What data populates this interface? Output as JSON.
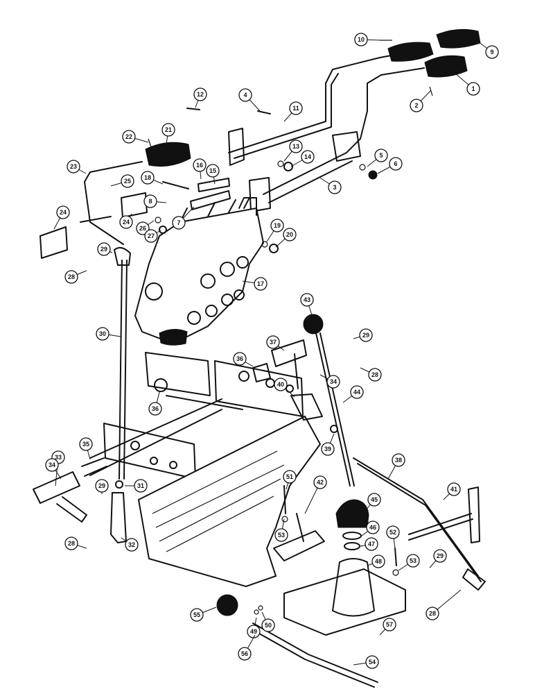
{
  "callouts": [
    {
      "label": "1"
    },
    {
      "label": "2"
    },
    {
      "label": "3"
    },
    {
      "label": "4"
    },
    {
      "label": "5"
    },
    {
      "label": "6"
    },
    {
      "label": "7"
    },
    {
      "label": "8"
    },
    {
      "label": "9"
    },
    {
      "label": "10"
    },
    {
      "label": "11"
    },
    {
      "label": "12"
    },
    {
      "label": "13"
    },
    {
      "label": "14"
    },
    {
      "label": "15"
    },
    {
      "label": "16"
    },
    {
      "label": "17"
    },
    {
      "label": "18"
    },
    {
      "label": "19"
    },
    {
      "label": "20"
    },
    {
      "label": "21"
    },
    {
      "label": "22"
    },
    {
      "label": "23"
    },
    {
      "label": "24"
    },
    {
      "label": "24"
    },
    {
      "label": "25"
    },
    {
      "label": "26"
    },
    {
      "label": "27"
    },
    {
      "label": "28"
    },
    {
      "label": "29"
    },
    {
      "label": "30"
    },
    {
      "label": "28"
    },
    {
      "label": "29"
    },
    {
      "label": "31"
    },
    {
      "label": "32"
    },
    {
      "label": "33"
    },
    {
      "label": "34"
    },
    {
      "label": "35"
    },
    {
      "label": "36"
    },
    {
      "label": "36"
    },
    {
      "label": "37"
    },
    {
      "label": "34"
    },
    {
      "label": "40"
    },
    {
      "label": "28"
    },
    {
      "label": "29"
    },
    {
      "label": "43"
    },
    {
      "label": "44"
    },
    {
      "label": "39"
    },
    {
      "label": "38"
    },
    {
      "label": "41"
    },
    {
      "label": "42"
    },
    {
      "label": "51"
    },
    {
      "label": "53"
    },
    {
      "label": "45"
    },
    {
      "label": "46"
    },
    {
      "label": "47"
    },
    {
      "label": "48"
    },
    {
      "label": "52"
    },
    {
      "label": "53"
    },
    {
      "label": "29"
    },
    {
      "label": "28"
    },
    {
      "label": "55"
    },
    {
      "label": "49"
    },
    {
      "label": "50"
    },
    {
      "label": "56"
    },
    {
      "label": "57"
    },
    {
      "label": "54"
    }
  ]
}
